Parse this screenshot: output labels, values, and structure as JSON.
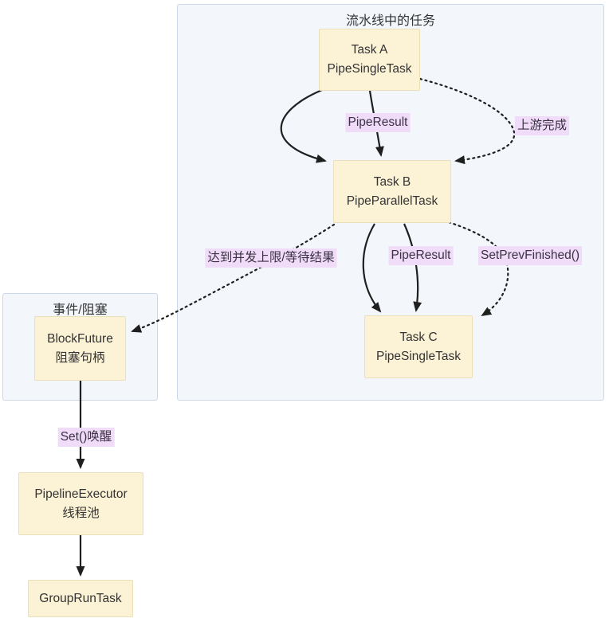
{
  "diagram": {
    "clusters": {
      "pipeline": {
        "title": "流水线中的任务"
      },
      "event": {
        "title": "事件/阻塞"
      }
    },
    "nodes": {
      "task_a": {
        "line1": "Task A",
        "line2": "PipeSingleTask"
      },
      "task_b": {
        "line1": "Task B",
        "line2": "PipeParallelTask"
      },
      "task_c": {
        "line1": "Task C",
        "line2": "PipeSingleTask"
      },
      "block_future": {
        "line1": "BlockFuture",
        "line2": "阻塞句柄"
      },
      "pipeline_executor": {
        "line1": "PipelineExecutor",
        "line2": "线程池"
      },
      "group_run_task": {
        "line1": "GroupRunTask"
      }
    },
    "edge_labels": {
      "pipe_result_1": "PipeResult",
      "upstream_done": "上游完成",
      "concurrency_wait": "达到并发上限/等待结果",
      "pipe_result_2": "PipeResult",
      "set_prev_finished": "SetPrevFinished()",
      "set_wake": "Set()唤醒"
    },
    "colors": {
      "node_fill": "#fcf2d6",
      "node_border": "#eadfb8",
      "cluster_fill": "#f3f6fb",
      "cluster_border": "#ccd7e8",
      "edge_label_bg": "#f0dbf8",
      "edge_label_text": "#3b3244",
      "text": "#333333",
      "edge": "#1f1f1f"
    }
  }
}
